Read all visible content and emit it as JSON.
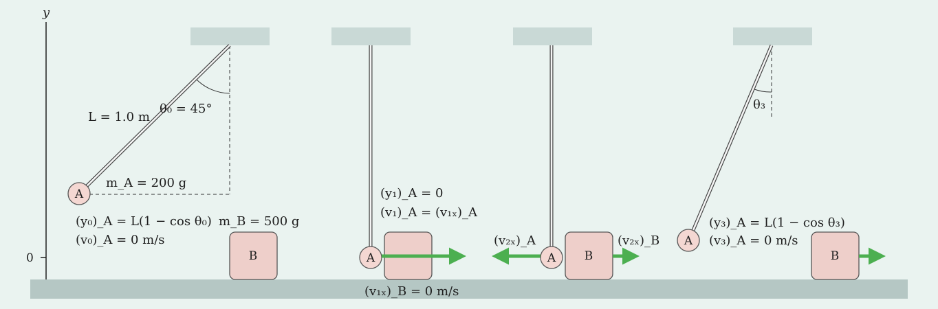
{
  "axis": {
    "y_label": "y",
    "zero_label": "0"
  },
  "colors": {
    "background": "#eaf3f0",
    "ceiling": "#c9d9d6",
    "floor": "#b5c7c4",
    "ball_fill": "#f4d7d2",
    "block_fill": "#eecfca",
    "arrow": "#4caf50"
  },
  "ball_label": "A",
  "block_label": "B",
  "frame1": {
    "length": "L = 1.0 m",
    "angle": "θ₀ = 45°",
    "mass_a": "m_A = 200 g",
    "y0": "(y₀)_A = L(1 − cos θ₀)",
    "v0": "(v₀)_A = 0 m/s",
    "mass_b": "m_B = 500 g"
  },
  "frame2": {
    "y1": "(y₁)_A = 0",
    "v1": "(v₁)_A = (v₁ₓ)_A",
    "v1b": "(v₁ₓ)_B = 0 m/s"
  },
  "frame3": {
    "v2a": "(v₂ₓ)_A",
    "v2b": "(v₂ₓ)_B"
  },
  "frame4": {
    "angle": "θ₃",
    "y3": "(y₃)_A = L(1 − cos θ₃)",
    "v3": "(v₃)_A = 0 m/s"
  }
}
